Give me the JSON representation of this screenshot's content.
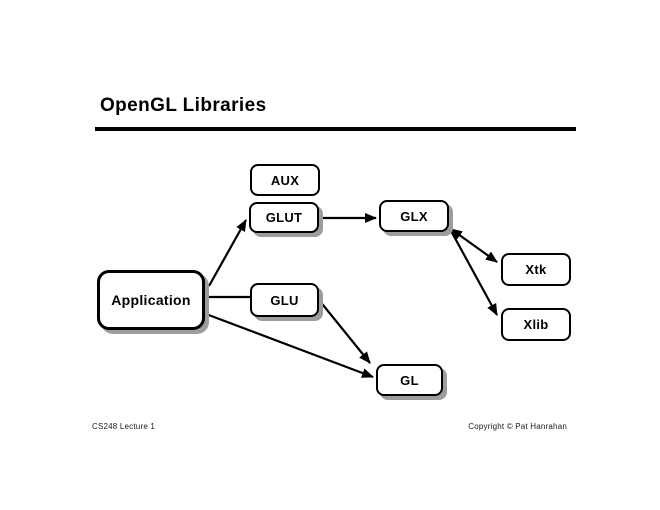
{
  "title": "OpenGL Libraries",
  "footer": {
    "left": "CS248 Lecture 1",
    "right": "Copyright © Pat Hanrahan"
  },
  "colors": {
    "background": "#ffffff",
    "box_fill": "#ffffff",
    "box_border": "#000000",
    "box_shadow": "#9d9d9d",
    "line": "#000000",
    "text": "#000000"
  },
  "diagram": {
    "type": "node-link",
    "nodes": {
      "aux": {
        "label": "AUX"
      },
      "glut": {
        "label": "GLUT"
      },
      "glx": {
        "label": "GLX"
      },
      "xtk": {
        "label": "Xtk"
      },
      "application": {
        "label": "Application"
      },
      "glu": {
        "label": "GLU"
      },
      "xlib": {
        "label": "Xlib"
      },
      "gl": {
        "label": "GL"
      }
    },
    "edges": [
      {
        "from": "application",
        "to": "glut",
        "arrow": "end"
      },
      {
        "from": "glut",
        "to": "glx",
        "arrow": "end"
      },
      {
        "from": "application",
        "to": "glu",
        "arrow": "none"
      },
      {
        "from": "application",
        "to": "gl",
        "arrow": "end"
      },
      {
        "from": "glu",
        "to": "gl",
        "arrow": "end"
      },
      {
        "from": "glx",
        "to": "xtk",
        "arrow": "both"
      },
      {
        "from": "glx",
        "to": "xlib",
        "arrow": "end"
      }
    ]
  }
}
